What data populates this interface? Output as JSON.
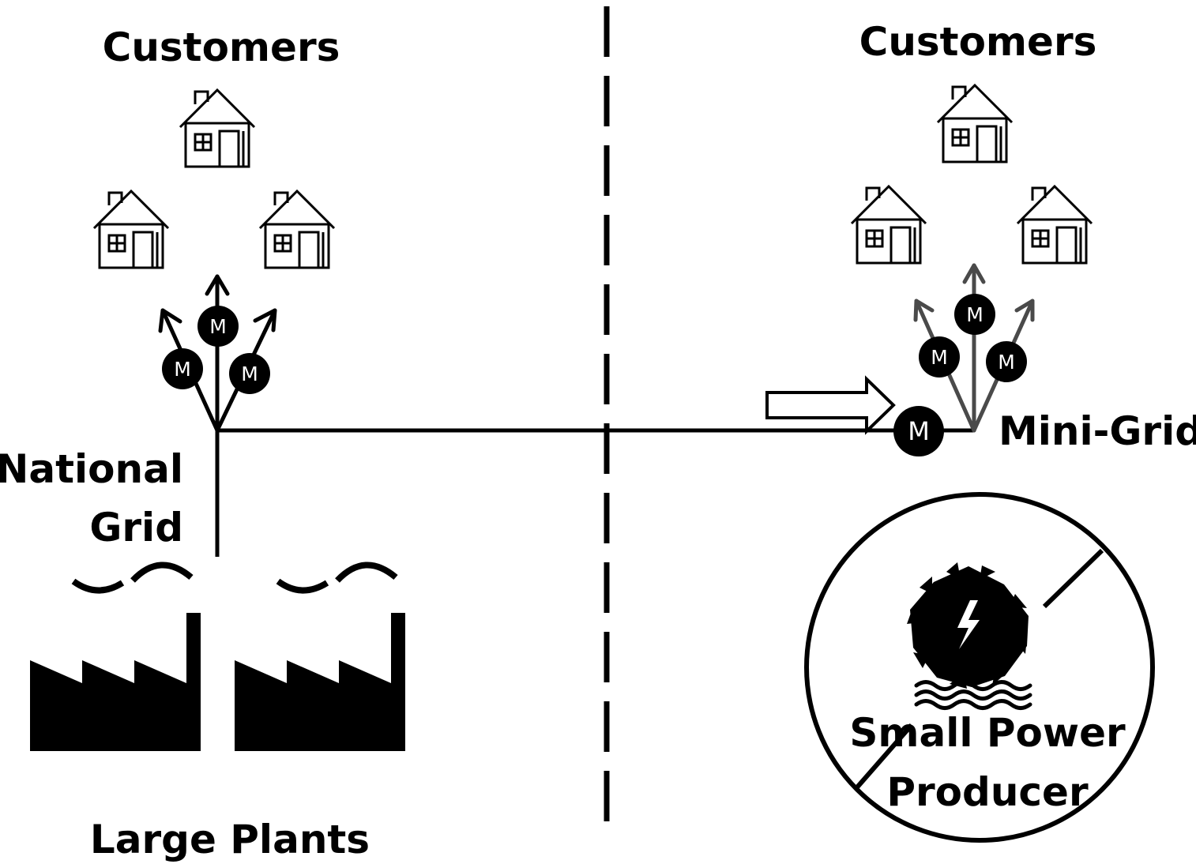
{
  "labels": {
    "customers_left": "Customers",
    "customers_right": "Customers",
    "national_line1": "National",
    "national_line2": "Grid",
    "large_plants": "Large Plants",
    "mini_grid": "Mini-Grid",
    "spp_line1": "Small Power",
    "spp_line2": "Producer"
  },
  "meter": {
    "letter": "M"
  },
  "icons": {
    "house": "house-icon",
    "factory": "factory-icon",
    "hydro": "hydro-turbine-icon",
    "no_symbol": "prohibited-icon",
    "arrow": "hollow-arrow-icon"
  },
  "colors": {
    "ink": "#000000",
    "grey_line": "#4a4a4a",
    "background": "#ffffff"
  }
}
